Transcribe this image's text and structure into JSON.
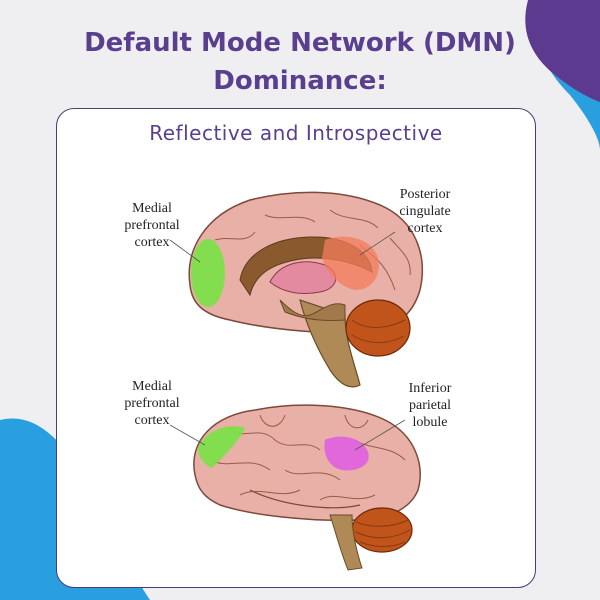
{
  "header": {
    "title_line1": "Default Mode Network (DMN)",
    "title_line2": "Dominance:"
  },
  "card": {
    "subtitle": "Reflective and Introspective"
  },
  "sagittal_view": {
    "left_label": [
      "Medial",
      "prefrontal",
      "cortex"
    ],
    "right_label": [
      "Posterior",
      "cingulate",
      "cortex"
    ]
  },
  "lateral_view": {
    "left_label": [
      "Medial",
      "prefrontal",
      "cortex"
    ],
    "right_label": [
      "Inferior",
      "parietal",
      "lobule"
    ]
  },
  "colors": {
    "title": "#5a3f8e",
    "brain_pink": "#e8b0a6",
    "brainstem": "#b08a56",
    "cerebellum": "#c0541a",
    "mpfc_green": "#7de04a",
    "pcc_orange": "#f47c5c",
    "ipl_magenta": "#e061e0",
    "blob_purple": "#5b3a8f",
    "blob_blue": "#2a9fe0"
  }
}
